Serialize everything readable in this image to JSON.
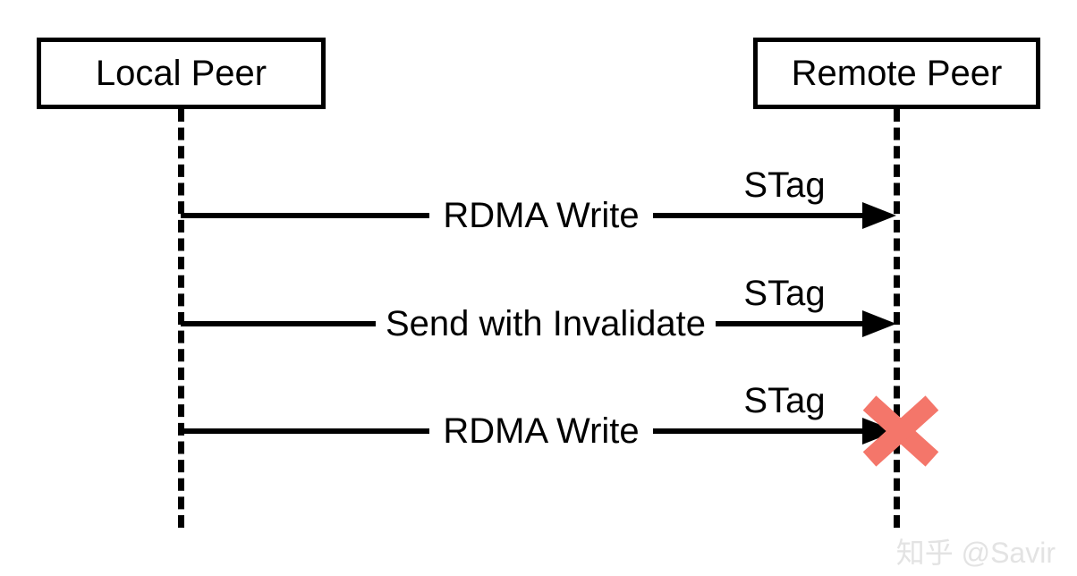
{
  "diagram": {
    "type": "sequence-diagram",
    "participants": [
      {
        "id": "local",
        "label": "Local Peer"
      },
      {
        "id": "remote",
        "label": "Remote Peer"
      }
    ],
    "messages": [
      {
        "id": "msg-1",
        "label": "RDMA Write",
        "annotation": "STag",
        "from": "local",
        "to": "remote",
        "direction": "right",
        "failed": false
      },
      {
        "id": "msg-2",
        "label": "Send with Invalidate",
        "annotation": "STag",
        "from": "local",
        "to": "remote",
        "direction": "right",
        "failed": false
      },
      {
        "id": "msg-3",
        "label": "RDMA Write",
        "annotation": "STag",
        "from": "local",
        "to": "remote",
        "direction": "right",
        "failed": true
      }
    ],
    "colors": {
      "line": "#000000",
      "box_border": "#000000",
      "background": "#ffffff",
      "failure_marker": "#F4766A",
      "watermark": "#e3e3e3"
    }
  },
  "watermark": {
    "text": "知乎 @Savir"
  }
}
